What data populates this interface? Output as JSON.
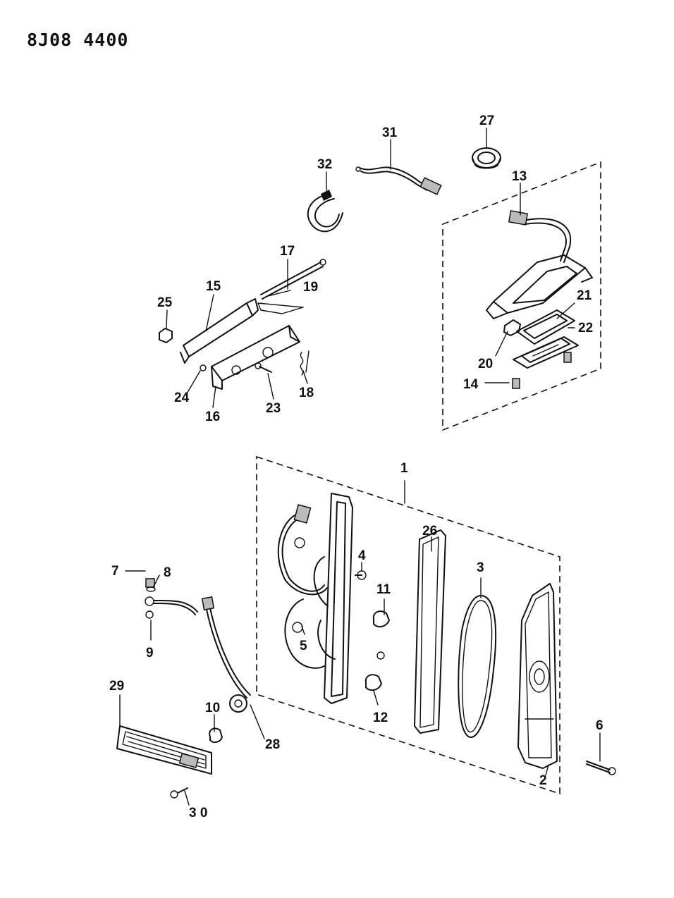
{
  "header": {
    "code": "8J08 4400"
  },
  "labels": [
    {
      "id": "1",
      "text": "1"
    },
    {
      "id": "2",
      "text": "2"
    },
    {
      "id": "3",
      "text": "3"
    },
    {
      "id": "4",
      "text": "4"
    },
    {
      "id": "5",
      "text": "5"
    },
    {
      "id": "6",
      "text": "6"
    },
    {
      "id": "7",
      "text": "7"
    },
    {
      "id": "8",
      "text": "8"
    },
    {
      "id": "9",
      "text": "9"
    },
    {
      "id": "10",
      "text": "10"
    },
    {
      "id": "11",
      "text": "11"
    },
    {
      "id": "12",
      "text": "12"
    },
    {
      "id": "13",
      "text": "13"
    },
    {
      "id": "14",
      "text": "14"
    },
    {
      "id": "15",
      "text": "15"
    },
    {
      "id": "16",
      "text": "16"
    },
    {
      "id": "17",
      "text": "17"
    },
    {
      "id": "18",
      "text": "18"
    },
    {
      "id": "19",
      "text": "19"
    },
    {
      "id": "20",
      "text": "20"
    },
    {
      "id": "21",
      "text": "21"
    },
    {
      "id": "22",
      "text": "22"
    },
    {
      "id": "23",
      "text": "23"
    },
    {
      "id": "24",
      "text": "24"
    },
    {
      "id": "25",
      "text": "25"
    },
    {
      "id": "26",
      "text": "26"
    },
    {
      "id": "27",
      "text": "27"
    },
    {
      "id": "28",
      "text": "28"
    },
    {
      "id": "29",
      "text": "29"
    },
    {
      "id": "30",
      "text": "3 0"
    },
    {
      "id": "31",
      "text": "31"
    },
    {
      "id": "32",
      "text": "32"
    }
  ]
}
